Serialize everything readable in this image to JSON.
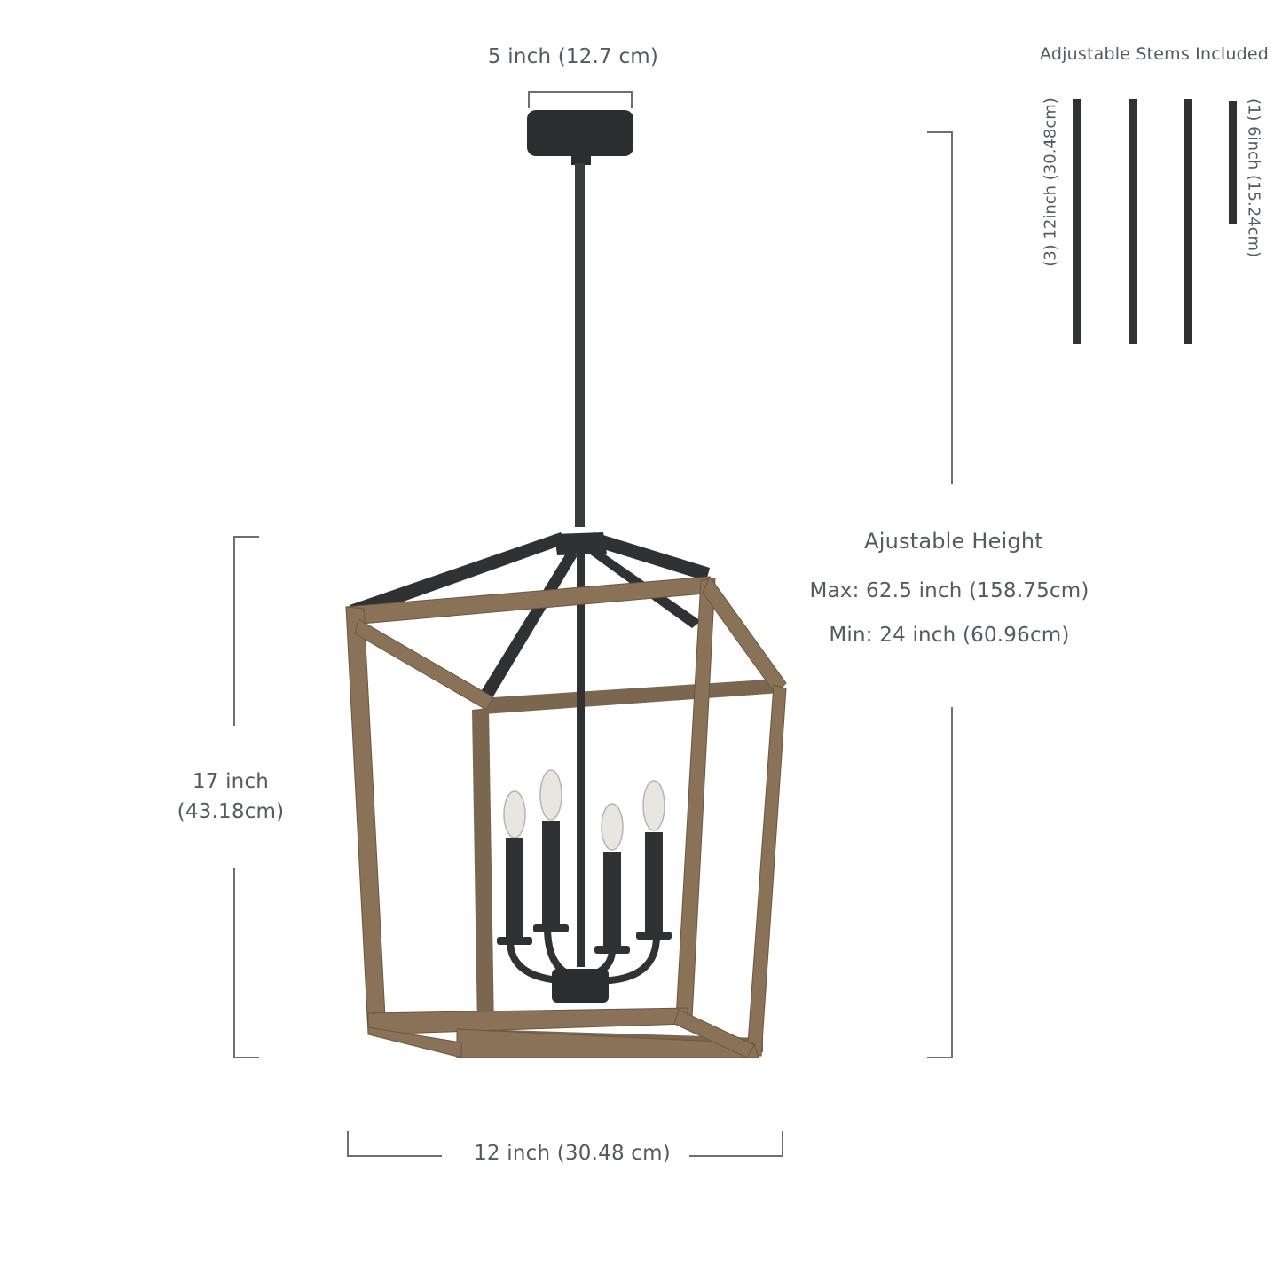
{
  "dimensions": {
    "canopy_width": "5 inch (12.7 cm)",
    "fixture_height_line1": "17 inch",
    "fixture_height_line2": "(43.18cm)",
    "fixture_width": "12 inch (30.48 cm)"
  },
  "adjustable": {
    "title": "Ajustable Height",
    "max": "Max: 62.5 inch (158.75cm)",
    "min": "Min: 24 inch (60.96cm)"
  },
  "stems": {
    "title": "Adjustable Stems Included",
    "long_label": "(3) 12inch (30.48cm)",
    "short_label": "(1) 6inch (15.24cm)"
  },
  "colors": {
    "text": "#555a5e",
    "metal": "#2f3133",
    "wood": "#8a7258",
    "wood_dark": "#6b563f",
    "dimension_line": "#6a6f73"
  }
}
